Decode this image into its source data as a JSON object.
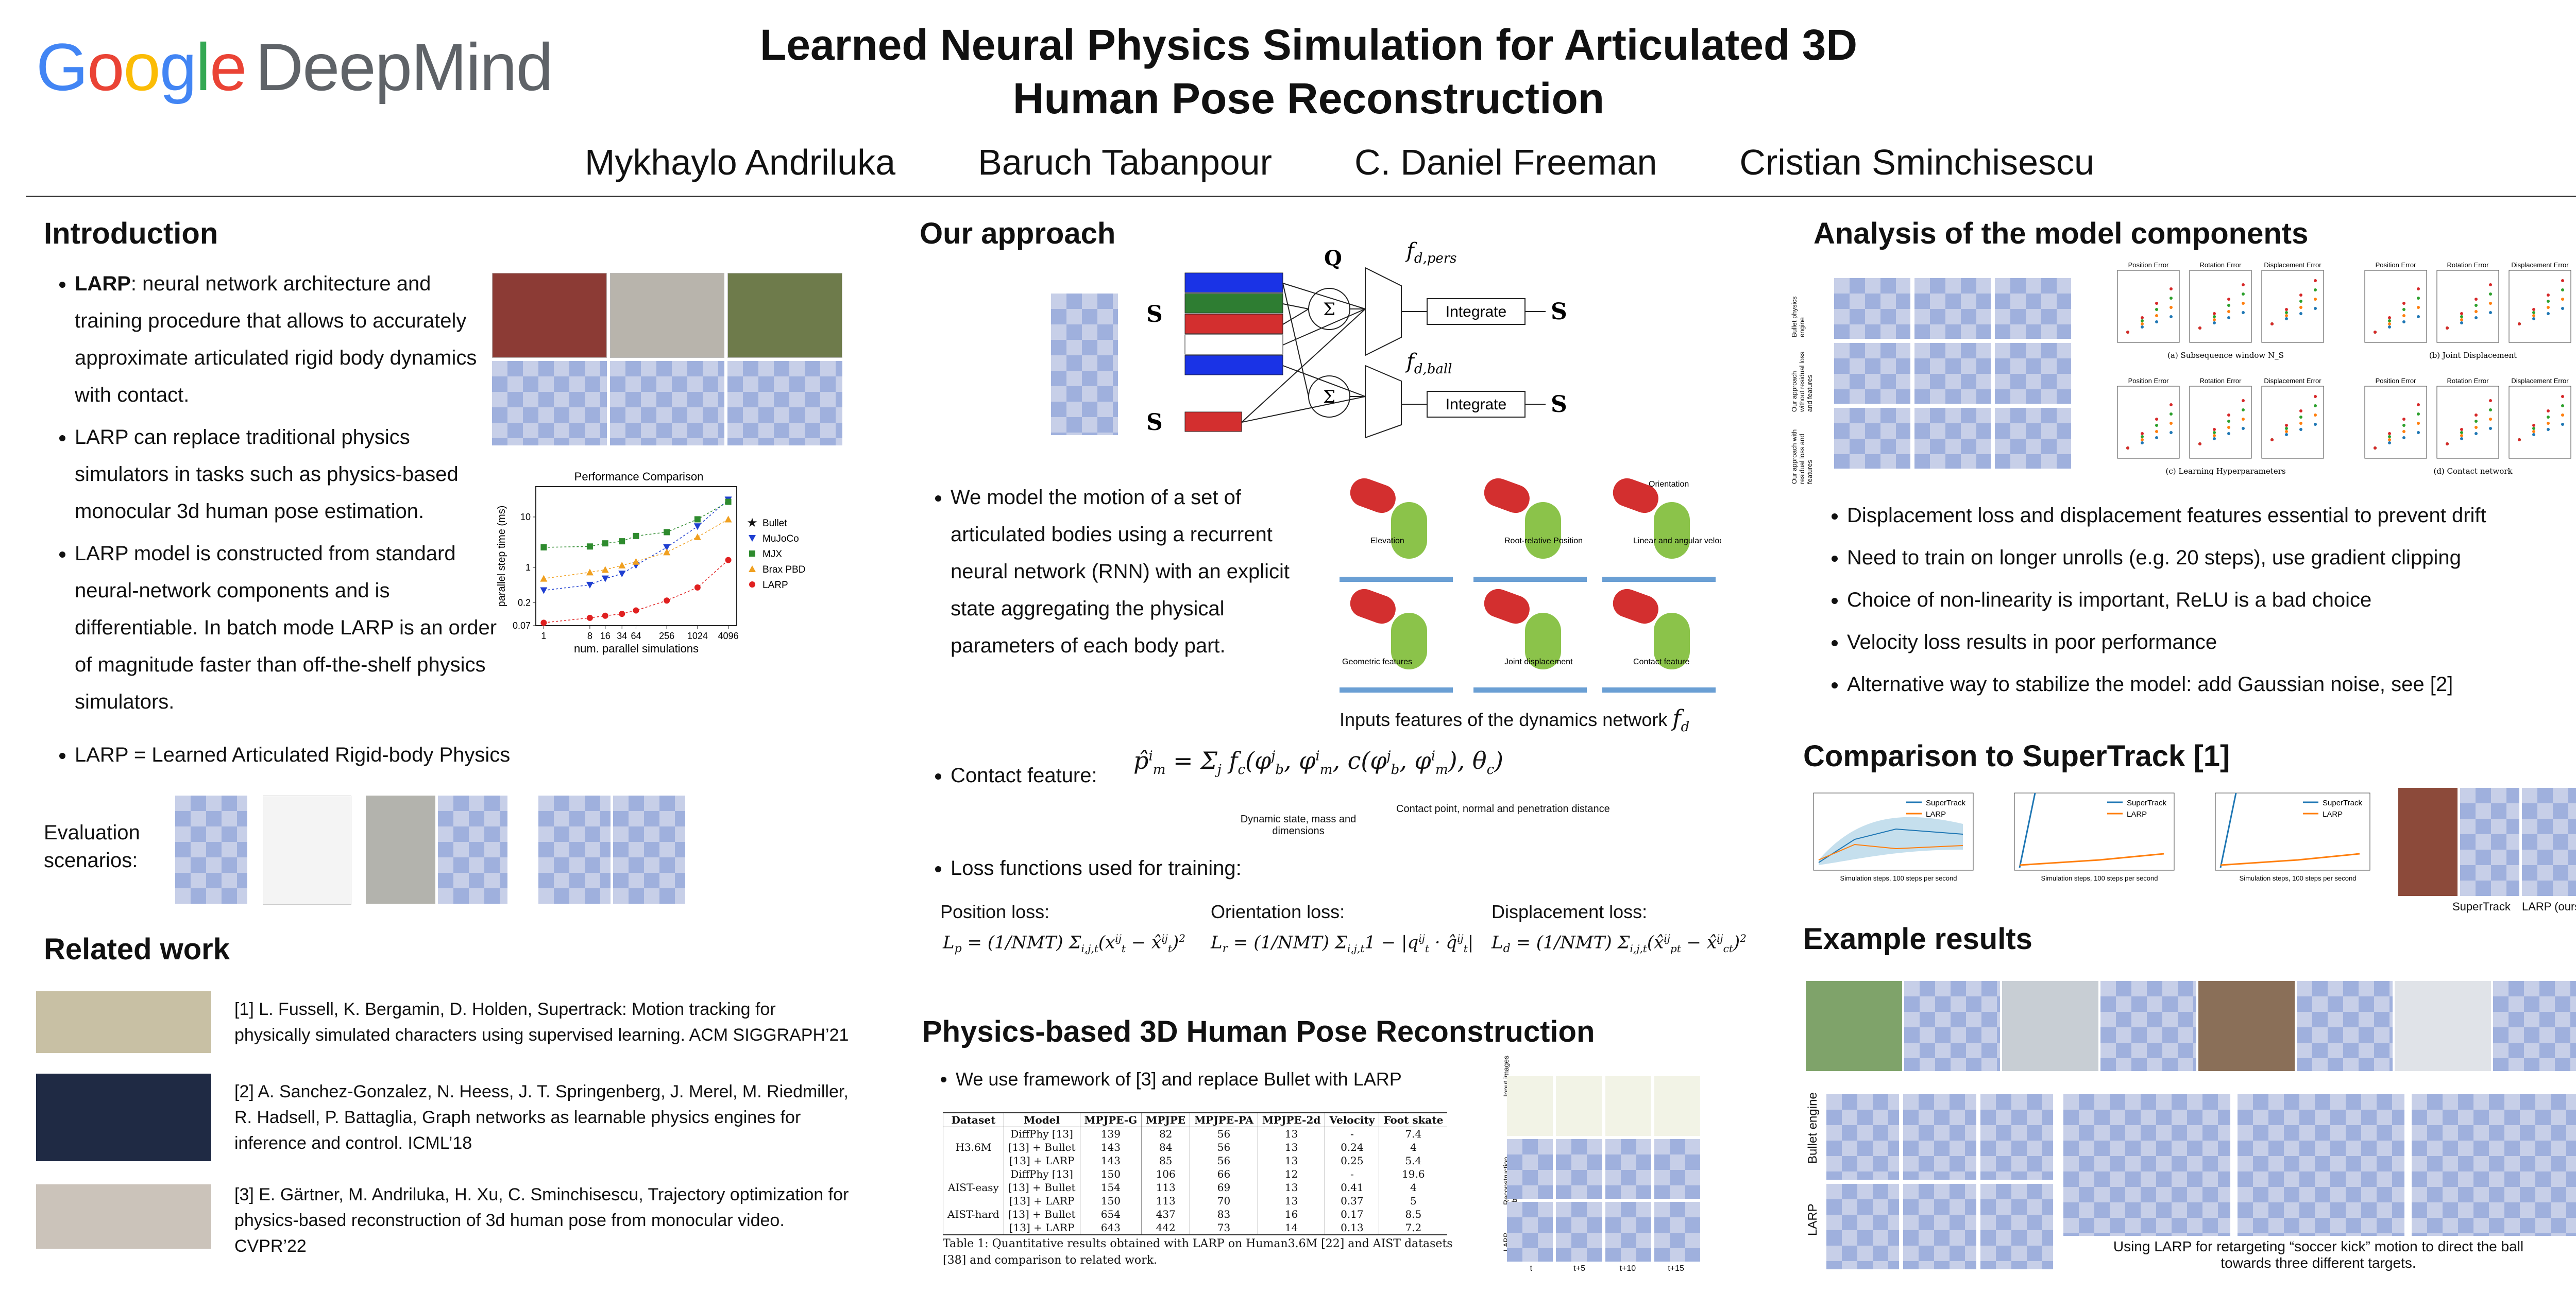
{
  "header": {
    "logo_google": "Google",
    "logo_deepmind": "DeepMind",
    "title_line1": "Learned Neural Physics Simulation for Articulated 3D",
    "title_line2": "Human Pose Reconstruction",
    "authors": [
      "Mykhaylo Andriluka",
      "Baruch Tabanpour",
      "C. Daniel Freeman",
      "Cristian Sminchisescu"
    ]
  },
  "intro": {
    "heading": "Introduction",
    "b1_bold": "LARP",
    "b1_rest": ": neural network architecture and training procedure that allows to accurately approximate articulated rigid body dynamics with contact.",
    "b2": "LARP can replace traditional physics simulators in tasks such as physics-based monocular 3d human pose estimation.",
    "b3": "LARP model is constructed from standard neural-network components and is differentiable. In batch mode LARP is an order of magnitude faster than off-the-shelf physics simulators.",
    "b4": "LARP = Learned Articulated Rigid-body Physics",
    "eval_label": "Evaluation scenarios:"
  },
  "chart_data": {
    "type": "scatter",
    "title": "Performance Comparison",
    "xlabel": "num. parallel simulations",
    "ylabel": "parallel step time (ms)",
    "x": [
      1,
      8,
      16,
      34,
      64,
      256,
      1024,
      4096
    ],
    "x_ticks": [
      "1",
      "8",
      "16",
      "34",
      "64",
      "256",
      "1024",
      "4096"
    ],
    "y_ticks": [
      "0.07",
      "0.2",
      "1",
      "10"
    ],
    "y_scale": "log",
    "ylim": [
      0.07,
      40
    ],
    "legend_position": "right",
    "series": [
      {
        "name": "Bullet",
        "marker": "star",
        "color": "#111111",
        "values": [
          null,
          null,
          null,
          null,
          null,
          null,
          null,
          null
        ]
      },
      {
        "name": "MuJoCo",
        "marker": "tri-down",
        "color": "#1f3fd1",
        "values": [
          0.35,
          0.45,
          0.6,
          0.75,
          1.1,
          2.5,
          6.5,
          22
        ]
      },
      {
        "name": "MJX",
        "marker": "square",
        "color": "#2e8b2e",
        "values": [
          2.5,
          2.6,
          3.0,
          3.3,
          4.2,
          5.0,
          9.0,
          20
        ]
      },
      {
        "name": "Brax PBD",
        "marker": "tri-up",
        "color": "#f0a020",
        "values": [
          0.6,
          0.8,
          0.9,
          1.1,
          1.3,
          2.0,
          4.0,
          9.0
        ]
      },
      {
        "name": "LARP",
        "marker": "circle",
        "color": "#e02020",
        "values": [
          0.08,
          0.1,
          0.11,
          0.12,
          0.14,
          0.22,
          0.4,
          1.4
        ]
      }
    ]
  },
  "related": {
    "heading": "Related work",
    "r1": "[1] L. Fussell, K. Bergamin, D. Holden, Supertrack: Motion tracking for physically simulated characters using supervised learning. ACM SIGGRAPH’21",
    "r2": "[2]  A. Sanchez-Gonzalez, N. Heess, J. T. Springenberg, J. Merel, M. Riedmiller, R. Hadsell, P. Battaglia, Graph networks as learnable physics engines for inference and control. ICML’18",
    "r3": "[3] E. Gärtner, M. Andriluka, H. Xu, C. Sminchisescu, Trajectory optimization for physics-based reconstruction of 3d human pose from monocular video. CVPR’22"
  },
  "approach": {
    "heading": "Our approach",
    "diagram": {
      "q": "Q",
      "fpers": "f",
      "fpers_sub": "d,pers",
      "fball": "f",
      "fball_sub": "d,ball",
      "integrate": "Integrate",
      "sp": "S",
      "sb": "S",
      "out_p": "S",
      "out_b": "S"
    },
    "b1": "We model the motion of a set of articulated bodies using a recurrent neural network (RNN) with an explicit state aggregating the physical parameters of each body part.",
    "feat_labels": [
      "Elevation",
      "Root-relative Position",
      "Linear and angular velocity",
      "Geometric features",
      "Joint displacement",
      "Contact feature"
    ],
    "feat_orientation": "Orientation",
    "feat_caption": "Inputs features of the dynamics network",
    "feat_caption_f": "f",
    "feat_caption_d": "d",
    "contact_label": "Contact feature:",
    "ann_left": "Dynamic state, mass and dimensions",
    "ann_right": "Contact point, normal and penetration distance",
    "loss_bullet": "Loss functions used for training:",
    "loss_pos": "Position loss:",
    "loss_ori": "Orientation loss:",
    "loss_disp": "Displacement loss:"
  },
  "pose": {
    "heading": "Physics-based 3D Human Pose Reconstruction",
    "b1": "We use framework of [3] and replace Bullet with LARP",
    "table": {
      "headers": [
        "Dataset",
        "Model",
        "MPJPE-G",
        "MPJPE",
        "MPJPE-PA",
        "MPJPE-2d",
        "Velocity",
        "Foot skate"
      ],
      "rows": [
        [
          "",
          "DiffPhy [13]",
          "139",
          "82",
          "56",
          "13",
          "-",
          "7.4"
        ],
        [
          "H3.6M",
          "[13] + Bullet",
          "143",
          "84",
          "56",
          "13",
          "0.24",
          "4"
        ],
        [
          "",
          "[13] + LARP",
          "143",
          "85",
          "56",
          "13",
          "0.25",
          "5.4"
        ],
        [
          "",
          "DiffPhy [13]",
          "150",
          "106",
          "66",
          "12",
          "-",
          "19.6"
        ],
        [
          "AIST-easy",
          "[13] + Bullet",
          "154",
          "113",
          "69",
          "13",
          "0.41",
          "4"
        ],
        [
          "",
          "[13] + LARP",
          "150",
          "113",
          "70",
          "13",
          "0.37",
          "5"
        ],
        [
          "AIST-hard",
          "[13] + Bullet",
          "654",
          "437",
          "83",
          "16",
          "0.17",
          "8.5"
        ],
        [
          "",
          "[13] + LARP",
          "643",
          "442",
          "73",
          "14",
          "0.13",
          "7.2"
        ]
      ]
    },
    "caption": "Table 1: Quantitative results obtained with LARP on Human3.6M [22] and AIST datasets [38] and comparison to related work.",
    "grid_rows": [
      "Input images",
      "Reconstruction (bullet engine)",
      "LARP"
    ],
    "grid_cols": [
      "t",
      "t+5",
      "t+10",
      "t+15"
    ]
  },
  "analysis": {
    "heading": "Analysis of the model components",
    "row_labels": [
      "Bullet physics engine",
      "Our approach without residual loss and features",
      "Our approach with residual loss and features"
    ],
    "sub_captions": [
      "(a) Subsequence window N_S",
      "(b) Joint Displacement",
      "(c) Learning Hyperparameters",
      "(d) Contact network"
    ],
    "panel_titles": [
      "Position Error",
      "Rotation Error",
      "Displacement Error"
    ],
    "b1": "Displacement loss and displacement features essential to prevent drift",
    "b2": "Need to train on longer unrolls (e.g. 20 steps), use gradient clipping",
    "b3": "Choice of non-linearity is important, ReLU is a bad choice",
    "b4": "Velocity loss results in poor performance",
    "b5": "Alternative way to stabilize the model: add Gaussian noise, see [2]"
  },
  "supertrack": {
    "heading": "Comparison to SuperTrack [1]",
    "legend": [
      "SuperTrack",
      "LARP"
    ],
    "xlabel": "Simulation steps, 100 steps per second",
    "label_st": "SuperTrack",
    "label_larp": "LARP (ours)",
    "colors": {
      "supertrack": "#1f77b4",
      "larp": "#ff7f0e"
    }
  },
  "examples": {
    "heading": "Example results",
    "row_bullet": "Bullet engine",
    "row_larp": "LARP",
    "caption": "Using LARP for retargeting “soccer kick” motion to direct the ball towards three different targets."
  }
}
